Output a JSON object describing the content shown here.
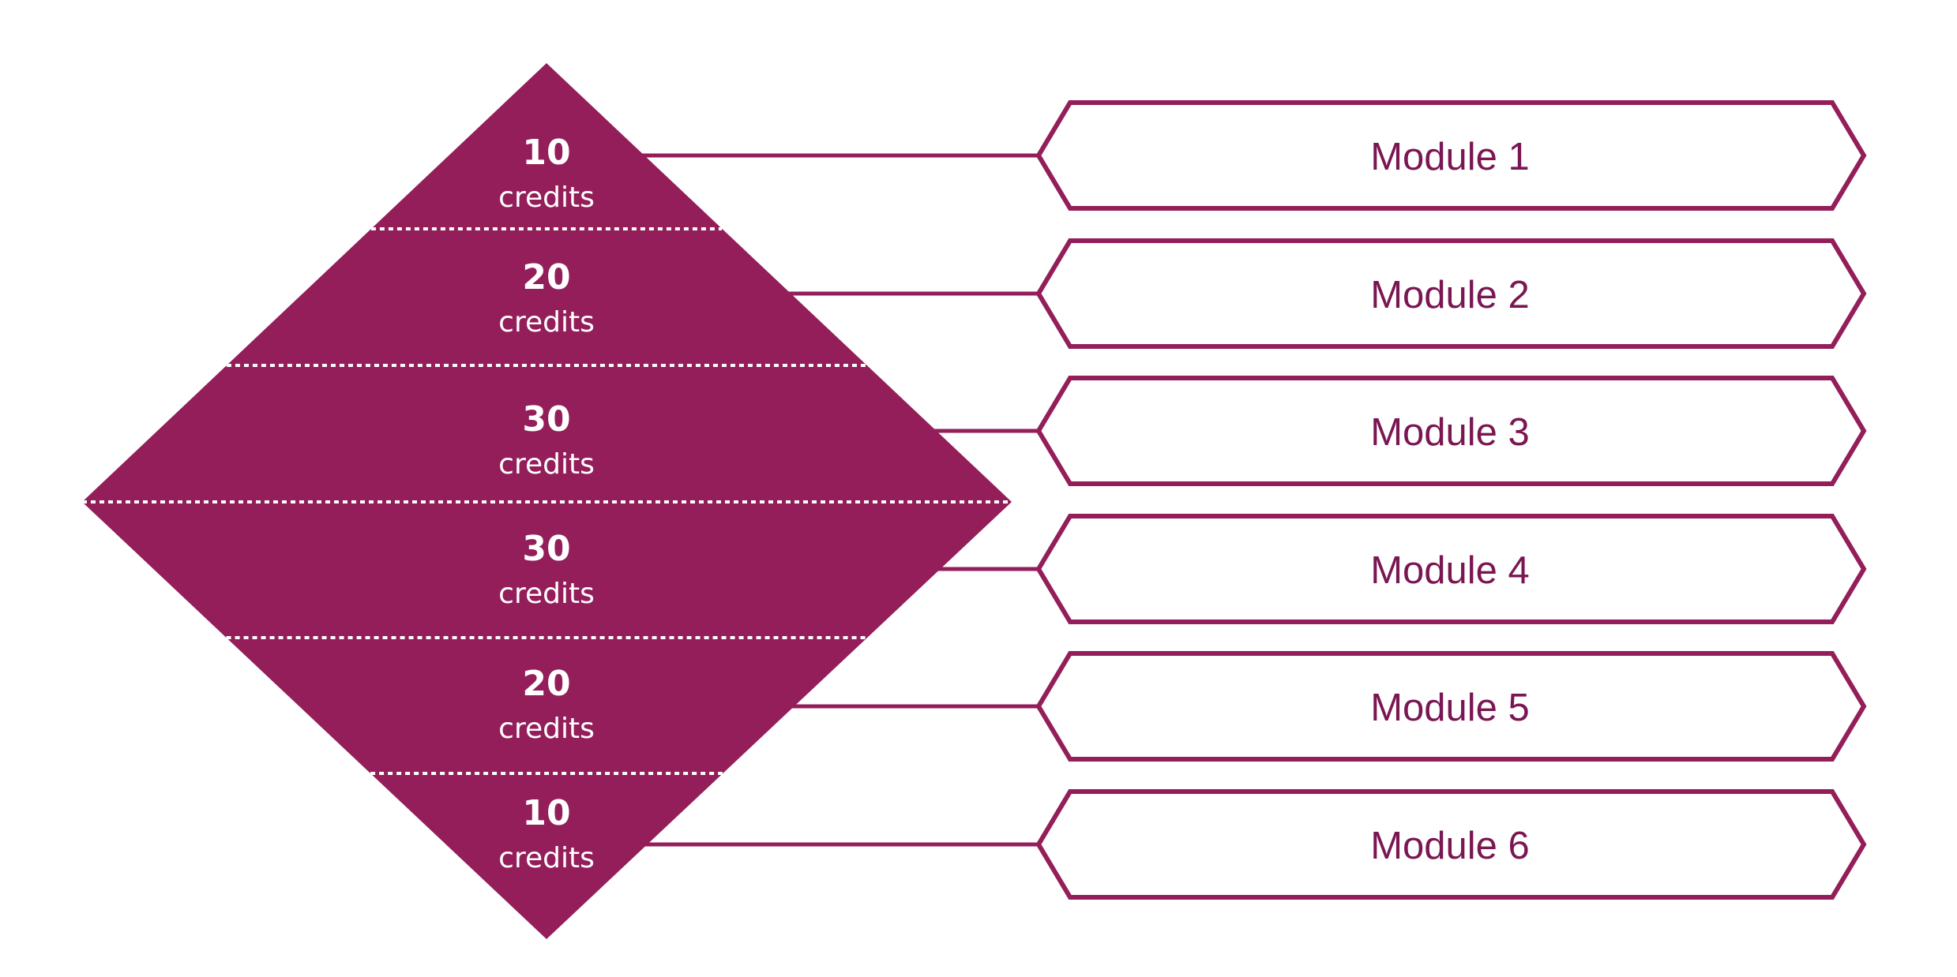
{
  "colors": {
    "primary": "#931e5a",
    "module_text": "#7a1652",
    "divider": "#ffffff",
    "background": "#ffffff"
  },
  "tiers": [
    {
      "value": "10",
      "unit": "credits"
    },
    {
      "value": "20",
      "unit": "credits"
    },
    {
      "value": "30",
      "unit": "credits"
    },
    {
      "value": "30",
      "unit": "credits"
    },
    {
      "value": "20",
      "unit": "credits"
    },
    {
      "value": "10",
      "unit": "credits"
    }
  ],
  "modules": [
    {
      "label": "Module 1"
    },
    {
      "label": "Module 2"
    },
    {
      "label": "Module 3"
    },
    {
      "label": "Module 4"
    },
    {
      "label": "Module 5"
    },
    {
      "label": "Module 6"
    }
  ]
}
